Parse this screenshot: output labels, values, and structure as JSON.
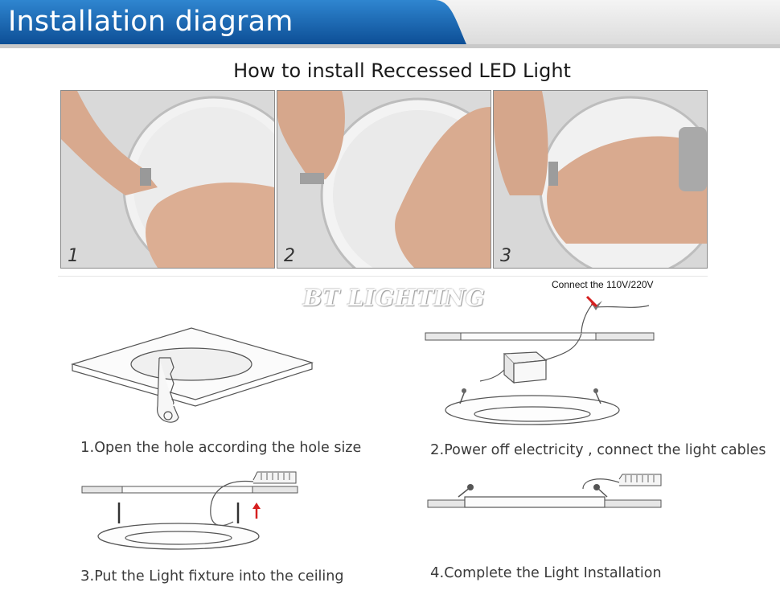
{
  "header": {
    "title": "Installation diagram",
    "bar_color": "#1565b0",
    "tail_color": "#ebebeb"
  },
  "subtitle": "How to install Reccessed LED Light",
  "photos": [
    {
      "number": "1"
    },
    {
      "number": "2"
    },
    {
      "number": "3"
    }
  ],
  "watermark": "BT LIGHTING",
  "connect_label": "Connect the 110V/220V",
  "steps": [
    {
      "number": "1.",
      "text": "Open the hole according the hole size"
    },
    {
      "number": "2.",
      "text": "Power off electricity , connect the light cables"
    },
    {
      "number": "3.",
      "text": "Put the Light fixture into the ceiling"
    },
    {
      "number": "4.",
      "text": "Complete the Light Installation"
    }
  ],
  "colors": {
    "arrow": "#d62020",
    "line_art": "#555555"
  }
}
